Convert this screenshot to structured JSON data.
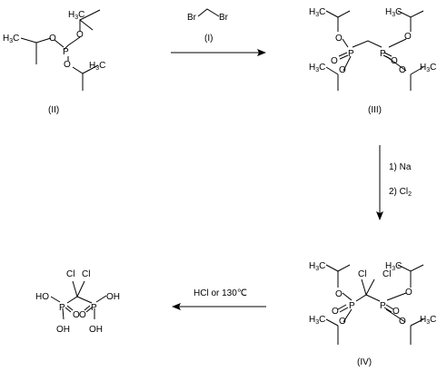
{
  "compounds": {
    "ii_label": "(II)",
    "iii_label": "(III)",
    "iv_label": "(IV)",
    "dibromomethane_label": "(I)"
  },
  "conditions": {
    "step2_line1": "1) Na",
    "step2_line2_prefix": "2) Cl",
    "step2_line2_sub": "2",
    "step3": "HCl or 130℃"
  },
  "atoms": {
    "P": "P",
    "O": "O",
    "Br": "Br",
    "Cl": "Cl",
    "OH": "OH",
    "HO": "HO",
    "H3C_main": "H",
    "C": "C",
    "sub3": "3"
  }
}
